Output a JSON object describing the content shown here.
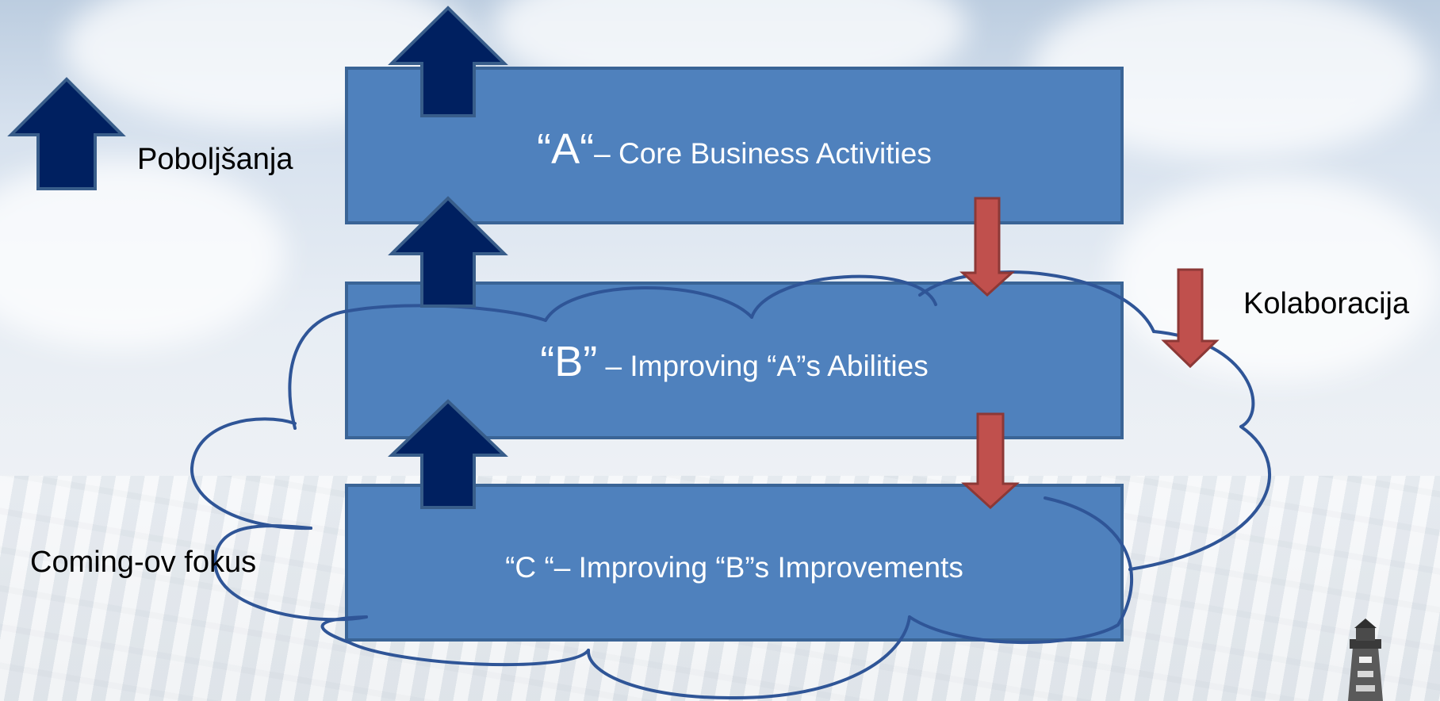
{
  "levels": [
    {
      "letter": "“A“",
      "text": "– Core Business Activities"
    },
    {
      "letter": "“B”",
      "text": " – Improving “A”s  Abilities"
    },
    {
      "letter": "“C ",
      "text": "“– Improving “B”s Improvements"
    }
  ],
  "labels": {
    "improvements": "Poboljšanja",
    "collaboration": "Kolaboracija",
    "focus": "Coming-ov fokus"
  },
  "colors": {
    "box_fill": "#4f81bd",
    "box_stroke": "#3a6496",
    "up_arrow_fill": "#002060",
    "up_arrow_stroke": "#385d8a",
    "down_arrow_fill": "#c0504d",
    "down_arrow_stroke": "#8c3836",
    "cloud_stroke": "#2f5597"
  },
  "icons": {
    "up": "up-arrow-icon",
    "down": "down-arrow-icon",
    "logo": "lighthouse-logo"
  }
}
